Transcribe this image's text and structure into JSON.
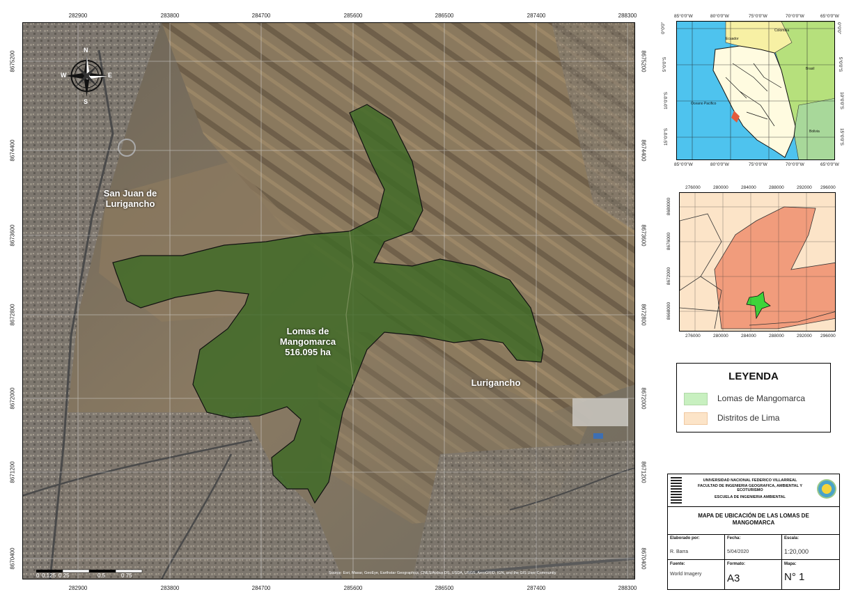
{
  "map": {
    "top_ticks": [
      "282900",
      "283800",
      "284700",
      "285600",
      "286500",
      "287400",
      "288300"
    ],
    "left_ticks": [
      "8675200",
      "8674400",
      "8673600",
      "8672800",
      "8672000",
      "8671200",
      "8670400"
    ],
    "places": {
      "san_juan": "San Juan de\nLurigancho",
      "lomas": "Lomas de\nMangomarca\n516.095 ha",
      "lurigancho": "Lurigancho"
    },
    "compass": {
      "n": "N",
      "s": "S",
      "e": "E",
      "w": "W"
    },
    "scalebar_labels": [
      "0",
      "0.125",
      "0.25",
      "0.5",
      "0.75"
    ],
    "attribution": "Source: Esri, Maxar, GeoEye, Earthstar Geographics, CNES/Airbus DS, USDA, USGS, AeroGRID, IGN, and the GIS User Community"
  },
  "inset_peru": {
    "top_ticks": [
      "85°0'0\"W",
      "80°0'0\"W",
      "75°0'0\"W",
      "70°0'0\"W",
      "65°0'0\"W"
    ],
    "side_ticks": [
      "0°0'0\"",
      "5°0'0\"S",
      "10°0'0\"S",
      "15°0'0\"S"
    ],
    "labels": {
      "ecuador": "Ecuador",
      "colombia": "Colombia",
      "brasil": "Brasil",
      "bolivia": "Bolivia",
      "ocean": "Oceano Pacifico"
    }
  },
  "inset_district": {
    "top_ticks": [
      "276000",
      "280000",
      "284000",
      "288000",
      "292000",
      "296000"
    ],
    "side_ticks": [
      "8680000",
      "8676000",
      "8672000",
      "8668000"
    ]
  },
  "legend": {
    "title": "LEYENDA",
    "items": [
      {
        "label": "Lomas de Mangomarca",
        "color": "#c8f0c0"
      },
      {
        "label": "Distritos de Lima",
        "color": "#fce4c8"
      }
    ]
  },
  "title_block": {
    "university": "UNIVERSIDAD NACIONAL FEDERICO VILLARREAL",
    "faculty": "FACULTAD DE INGENIERIA GEOGRAFICA, AMBIENTAL Y ECOTURISMO",
    "school": "ESCUELA DE INGENIERIA AMBIENTAL",
    "map_title": "MAPA DE UBICACIÓN DE LAS LOMAS DE MANGOMARCA",
    "elaborado_label": "Elaborado por:",
    "elaborado_value": "R. Barra",
    "fecha_label": "Fecha:",
    "fecha_value": "5/04/2020",
    "escala_label": "Escala:",
    "escala_value": "1:20,000",
    "fuente_label": "Fuente:",
    "fuente_value": "World Imagery",
    "formato_label": "Formato:",
    "formato_value": "A3",
    "mapa_label": "Mapa:",
    "mapa_value": "N° 1"
  }
}
